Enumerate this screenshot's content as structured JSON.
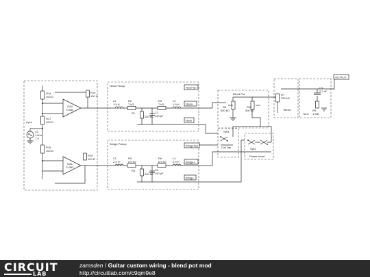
{
  "diagram": {
    "groups": {
      "input": "Input",
      "neck": "Neck Pickup",
      "bridge": "Bridge Pickup",
      "blend": "Blend Pot",
      "tone": "Tone",
      "phase": "Phase Invert",
      "coil": "Coil Tap"
    },
    "opamps": [
      {
        "name": "OA2",
        "part": "TL082"
      },
      {
        "name": "OA1",
        "part": "TL082"
      }
    ],
    "components": {
      "V1": {
        "name": "V1",
        "value": "1 kHz",
        "amp": "1 V"
      },
      "R14": {
        "name": "R14",
        "value": "100 Ω"
      },
      "R17": {
        "name": "R17",
        "value": "100 Ω"
      },
      "R18": {
        "name": "R18",
        "value": "100 Ω"
      },
      "R19": {
        "name": "R19",
        "value": "100 Ω"
      },
      "R20": {
        "name": "R20",
        "value": "100 Ω"
      },
      "L1": {
        "name": "L1",
        "value": "1.9 H"
      },
      "R2": {
        "name": "R2",
        "value": "7 kΩ"
      },
      "R3": {
        "name": "R3",
        "value": "7 kΩ"
      },
      "L2": {
        "name": "L2",
        "value": "1.9 H"
      },
      "R1": {
        "name": "R1",
        "value": "200 kΩ"
      },
      "C1": {
        "name": "C1",
        "value": "100 pF"
      },
      "L3": {
        "name": "L3",
        "value": "2.9 H"
      },
      "R5": {
        "name": "R5",
        "value": "8.5 kΩ"
      },
      "R6": {
        "name": "R6",
        "value": "8.5 kΩ"
      },
      "L4": {
        "name": "L4",
        "value": "2.9 H"
      },
      "R4": {
        "name": "R4",
        "value": "200 kΩ"
      },
      "C2": {
        "name": "C2",
        "value": "100 pF"
      },
      "R8": {
        "name": "R8",
        "value": "500 kΩ"
      },
      "R10": {
        "name": "R10",
        "value": "500 kΩ"
      },
      "R7": {
        "name": "R7",
        "value": "250 kΩ"
      },
      "C3": {
        "name": "C3",
        "value": "2.2 nF"
      },
      "R9": {
        "name": "R9",
        "value": "1 MΩ"
      },
      "SW1": {
        "name": "SW1"
      },
      "SW2": {
        "name": "SW2"
      }
    },
    "labels": {
      "neck_tap": "NeckTap",
      "neck_plus": "Neck+",
      "neck": "Neck",
      "bridge_tap": "BridgeTap",
      "bridge_plus": "Bridge+",
      "bridge": "Bridge",
      "output": "OUTPUT",
      "blend": "Blend"
    }
  },
  "footer": {
    "logo_top": "CIRCUIT",
    "logo_bottom": "LAB",
    "author": "zamsden",
    "separator": " / ",
    "title": "Guitar custom wiring - blend pot mod",
    "url": "http://circuitlab.com/c9qm9e8"
  }
}
